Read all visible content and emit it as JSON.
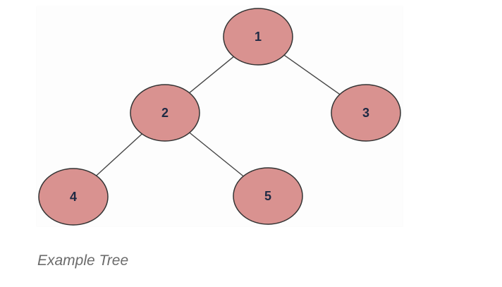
{
  "diagram": {
    "type": "tree",
    "node_fill": "#d99290",
    "nodes": [
      {
        "id": "1",
        "label": "1"
      },
      {
        "id": "2",
        "label": "2"
      },
      {
        "id": "3",
        "label": "3"
      },
      {
        "id": "4",
        "label": "4"
      },
      {
        "id": "5",
        "label": "5"
      }
    ],
    "edges": [
      {
        "from": "1",
        "to": "2"
      },
      {
        "from": "1",
        "to": "3"
      },
      {
        "from": "2",
        "to": "4"
      },
      {
        "from": "2",
        "to": "5"
      }
    ]
  },
  "caption": {
    "text": "Example Tree"
  }
}
